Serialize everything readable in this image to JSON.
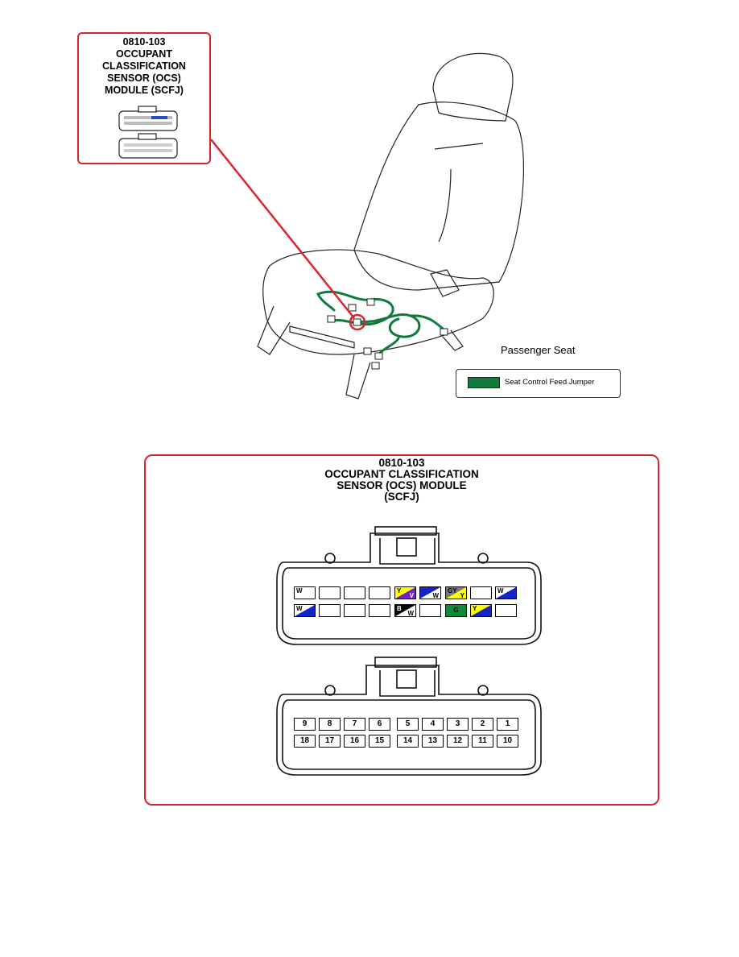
{
  "top_callout": {
    "lines": [
      "0810-103",
      "OCCUPANT",
      "CLASSIFICATION",
      "SENSOR (OCS)",
      "MODULE (SCFJ)"
    ]
  },
  "seat_label": "Passenger Seat",
  "legend": {
    "label": "Seat Control Feed Jumper",
    "color": "#0f7a3a"
  },
  "main_callout": {
    "lines": [
      "0810-103",
      "OCCUPANT CLASSIFICATION",
      "SENSOR (OCS) MODULE",
      "(SCFJ)"
    ]
  },
  "colors": {
    "callout_border": "#d8262e",
    "harness": "#0f7a3a",
    "W": "#ffffff",
    "Y": "#ffff00",
    "V": "#7a1fd0",
    "BL": "#1424c8",
    "GY": "#7a7a7a",
    "B": "#000000",
    "G": "#0f8a3a"
  },
  "connector_face": {
    "top_row": [
      {
        "c1": "W",
        "c2": ""
      },
      {
        "c1": "",
        "c2": ""
      },
      {
        "c1": "",
        "c2": ""
      },
      {
        "c1": "",
        "c2": ""
      },
      {
        "c1": "Y",
        "c2": "V",
        "fill": [
          "Y",
          "V"
        ]
      },
      {
        "c1": "",
        "c2": "W",
        "fill": [
          "BL",
          "W"
        ]
      },
      {
        "c1": "GY",
        "c2": "Y",
        "fill": [
          "GY",
          "Y"
        ]
      },
      {
        "c1": "",
        "c2": ""
      },
      {
        "c1": "W",
        "c2": "",
        "fill": [
          "W",
          "BL"
        ]
      }
    ],
    "bottom_row": [
      {
        "c1": "W",
        "c2": "",
        "fill": [
          "W",
          "BL"
        ]
      },
      {
        "c1": "",
        "c2": ""
      },
      {
        "c1": "",
        "c2": ""
      },
      {
        "c1": "",
        "c2": ""
      },
      {
        "c1": "B",
        "c2": "W",
        "fill": [
          "B",
          "W"
        ]
      },
      {
        "c1": "",
        "c2": ""
      },
      {
        "c1": "G",
        "c2": "",
        "solid": "G"
      },
      {
        "c1": "Y",
        "c2": "",
        "fill": [
          "Y",
          "BL"
        ]
      },
      {
        "c1": "",
        "c2": ""
      }
    ]
  },
  "connector_numbers": {
    "top_row": [
      "9",
      "8",
      "7",
      "6",
      "5",
      "4",
      "3",
      "2",
      "1"
    ],
    "bottom_row": [
      "18",
      "17",
      "16",
      "15",
      "14",
      "13",
      "12",
      "11",
      "10"
    ]
  }
}
